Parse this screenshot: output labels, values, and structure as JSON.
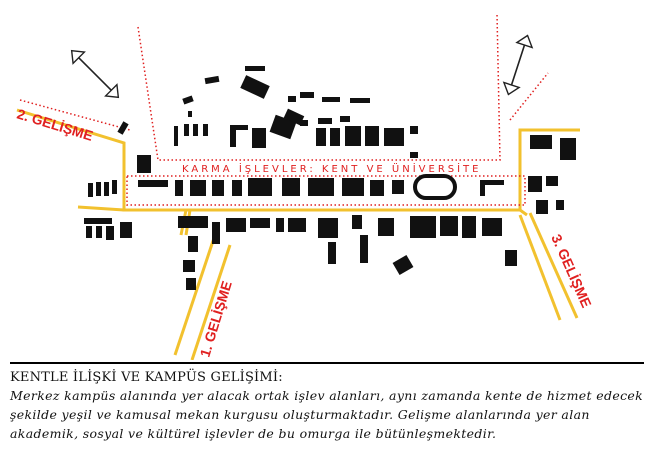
{
  "labels": {
    "growth_2": "2. GELİŞME",
    "growth_1": "1. GELİŞME",
    "growth_3": "3. GELİŞME",
    "mixed_zone": "KARMA İŞLEVLER: KENT VE ÜNİVERSİTE"
  },
  "icons": [
    "double-arrow-icon",
    "double-arrow-icon"
  ],
  "colors": {
    "accent": "#e02020",
    "road": "#f2c12e",
    "building": "#111111"
  },
  "caption": {
    "title": "KENTLE İLİŞKİ VE KAMPÜS GELİŞİMİ:",
    "body": "Merkez kampüs alanında yer alacak ortak işlev alanları, aynı zamanda kente de hizmet edecek şekilde yeşil ve kamusal mekan kurgusu oluşturmaktadır. Gelişme alanlarında yer alan akademik, sosyal ve kültürel işlevler de bu omurga ile bütünleşmektedir."
  }
}
